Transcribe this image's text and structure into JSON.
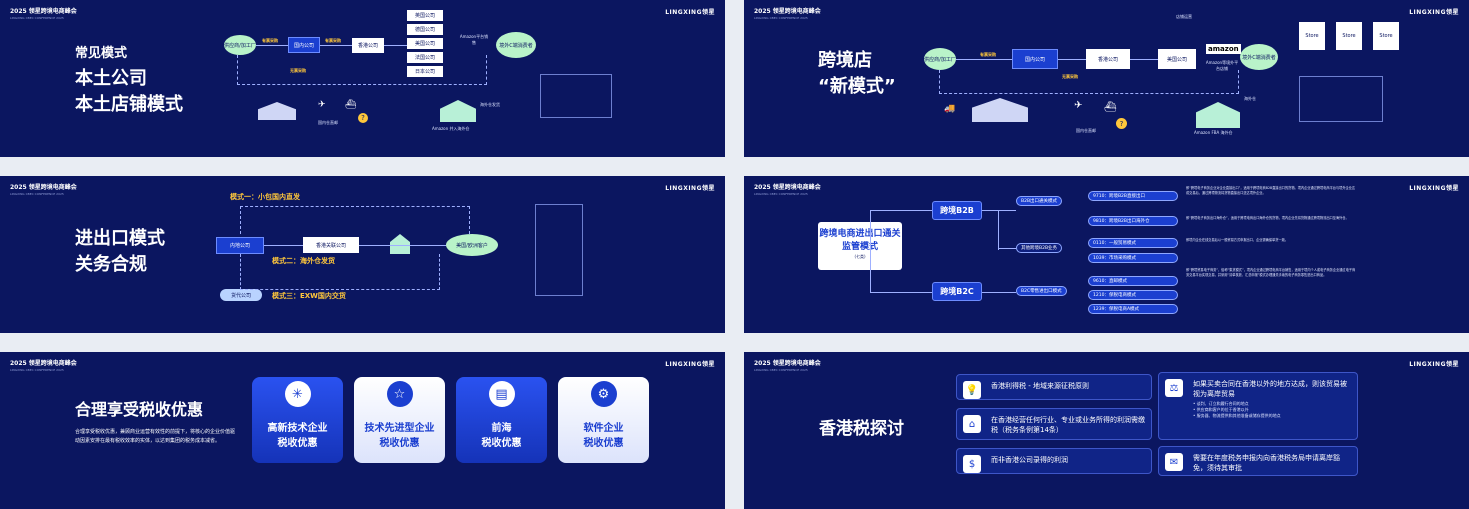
{
  "common": {
    "header": "2025 领星跨境电商峰会",
    "header_sub": "LINGXING CBEC CONFERENCE 2025",
    "brand": "LINGXING领星"
  },
  "slide1": {
    "title_line1": "常见模式",
    "title_line2": "本土公司",
    "title_line3": "本土店铺模式",
    "supplier": "供应商/加工厂",
    "domestic_co": "国内公司",
    "hk_co": "香港公司",
    "companies": [
      "英国公司",
      "德国公司",
      "美国公司",
      "法国公司",
      "日本公司"
    ],
    "amazon_platform": "Amazon平台销售",
    "overseas_consumer": "境外C端消费者",
    "fba": "Amazon 并入海外仓",
    "label_1": "有票采购",
    "label_2": "有票采购",
    "label_3": "无票采购",
    "label_4": "海外仓发货",
    "label_5": "国内仓直邮"
  },
  "slide2": {
    "title_line1": "跨境店",
    "title_line2": "“新模式”",
    "supplier": "供应商/加工厂",
    "domestic_co": "国内公司",
    "hk_co": "香港公司",
    "us_co": "美国公司",
    "amazon_logo": "amazon",
    "amazon_store": "Amazon等境外平台店铺",
    "overseas_consumer": "境外C端消费者",
    "stores": [
      "Store",
      "Store",
      "Store"
    ],
    "fba": "Amazon FBA 海外仓",
    "label_top": "店铺运营",
    "label_1": "有票采购",
    "label_2": "无票采购",
    "label_3": "海外仓",
    "label_4": "国内仓直邮"
  },
  "slide3": {
    "title_line1": "进出口模式",
    "title_line2": "关务合规",
    "mode1": "模式一：小包国内直发",
    "mode2": "模式二：海外仓发货",
    "mode3": "模式三：EXW国内交货",
    "inland_co": "内地公司",
    "hk_co": "香港关联公司",
    "customer": "美国/欧洲客户",
    "agent": "货代公司"
  },
  "slide4": {
    "center_title": "跨境电商进出口通关监管模式",
    "center_sub": "(七类)",
    "b2b": "跨境B2B",
    "b2c": "跨境B2C",
    "b2b_export": "B2B出口通关模式",
    "b2b_other": "其他跨境B2B业务",
    "b2c_import": "B2C零售进出口模式",
    "codes": [
      "9710：跨境B2B直接出口",
      "9810：跨境B2B出口海外仓",
      "0110：一般贸易模式",
      "1039：市场采购模式",
      "9610：直邮模式",
      "1210：保税电商模式",
      "1239：保税电商A模式"
    ],
    "desc1": "即“跨境电子商务企业对企业直接出口”，适用于跨境电商B2B直接出口的货物。境内企业通过跨境电商平台与境外企业达成交易后，通过跨境物流将货物直接出口送达境外企业。",
    "desc2": "即“跨境电子商务出口海外仓”，适用于跨境电商出口海外仓的货物，境内企业先将货物通过跨境物流出口至海外仓。",
    "desc3": "即境内企业在线交易后以一般贸易方式申报出口，企业需确保单货一致。",
    "desc4": "即“跨境贸易电子商务”，俗称“集货模式”，境内企业通过跨境电商平台销售，适用于境内个人或电子商务企业通过电子商务交易平台实现交易，并采用“清单核放、汇总申报”模式办理通关手续的电子商务零售进出口商品。"
  },
  "slide5": {
    "title": "合理享受税收优惠",
    "body": "合理享受税收优惠，兼顾商业运营有效性的前提下，将核心的企业价值驱动因素安排在最有税收效率的实体，以达到集团的税务成本减省。",
    "cards": [
      {
        "line1": "高新技术企业",
        "line2": "税收优惠"
      },
      {
        "line1": "技术先进型企业",
        "line2": "税收优惠"
      },
      {
        "line1": "前海",
        "line2": "税收优惠"
      },
      {
        "line1": "软件企业",
        "line2": "税收优惠"
      }
    ]
  },
  "slide6": {
    "title": "香港税探讨",
    "items": [
      "香港利得税 - 地域来源征税原则",
      "在香港经营任何行业、专业或业务所得的利润需缴税（税务条例第14条）",
      "而非香港公司录得的利润",
      "如果买卖合同在香港以外的地方达成，则该贸易被视为离岸贸易",
      "需要在年度税务申报内向香港税务局申请离岸豁免，须待其审批"
    ],
    "bullets": [
      "谈判、订立和履行合同的地点",
      "供应商和客户的位于香港以外",
      "服务器、物流提供和其他准备或储存提供的地点"
    ]
  }
}
